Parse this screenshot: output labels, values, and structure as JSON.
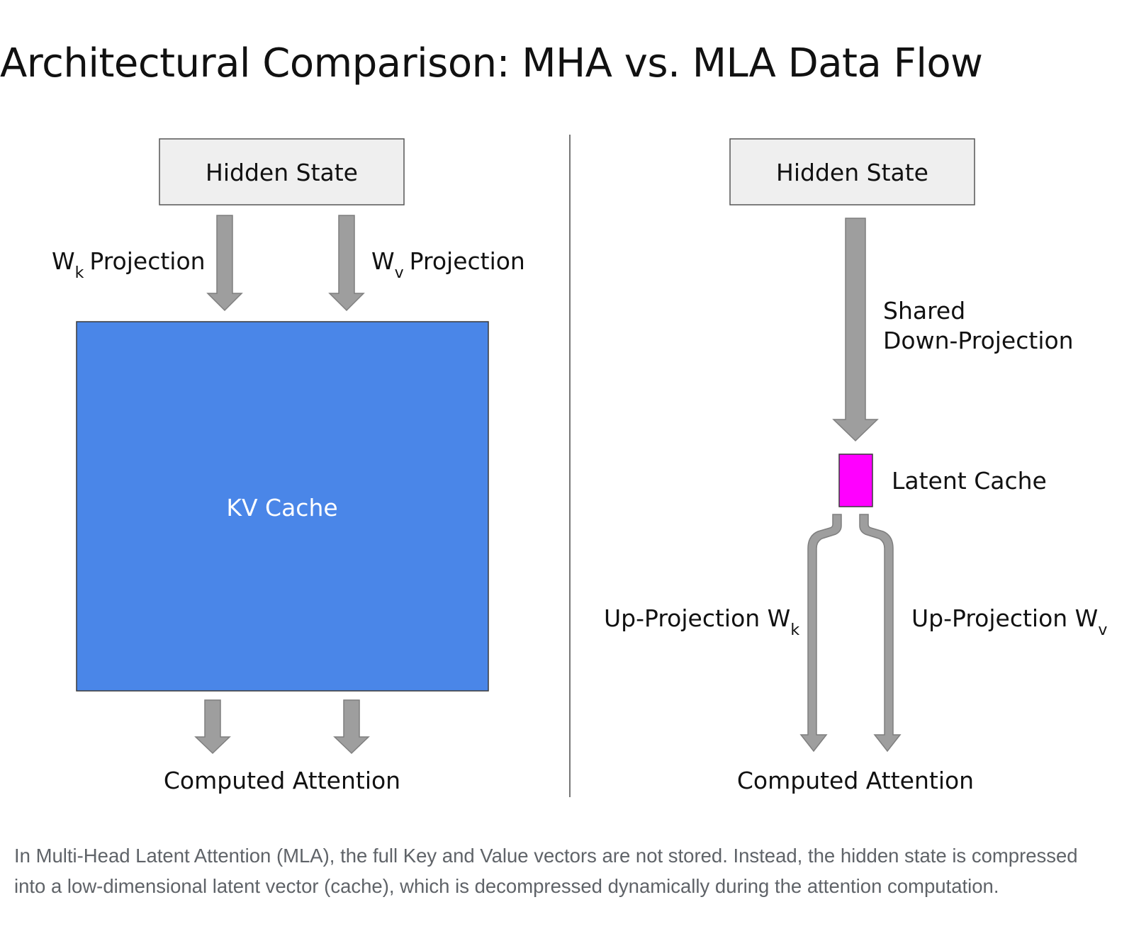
{
  "title": "Architectural Comparison: MHA vs. MLA Data Flow",
  "mha": {
    "hidden_state": "Hidden State",
    "wk_label": {
      "main": "W",
      "sub": "k",
      "rest": "Projection"
    },
    "wv_label": {
      "main": "W",
      "sub": "v",
      "rest": "Projection"
    },
    "kv_cache": "KV Cache",
    "output": "Computed Attention"
  },
  "mla": {
    "hidden_state": "Hidden State",
    "shared_line1": "Shared",
    "shared_line2": "Down-Projection",
    "latent_cache": "Latent Cache",
    "up_k": {
      "main": "Up-Projection W",
      "sub": "k"
    },
    "up_v": {
      "main": "Up-Projection W",
      "sub": "v"
    },
    "output": "Computed Attention"
  },
  "caption": "In Multi-Head Latent Attention (MLA), the full Key and Value vectors are not stored. Instead, the hidden state is compressed into a low-dimensional latent vector (cache), which is decompressed dynamically during the attention computation.",
  "colors": {
    "kv_cache_fill": "#4a86e8",
    "latent_cache_fill": "#ff00ff",
    "arrow_fill": "#9e9e9e",
    "box_fill": "#efefef"
  }
}
